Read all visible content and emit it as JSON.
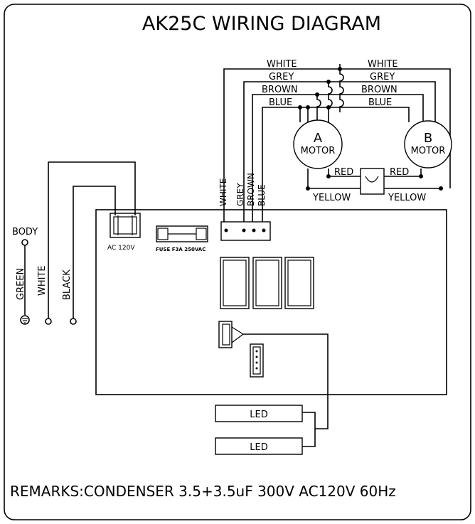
{
  "title": "AK25C WIRING DIAGRAM",
  "wires": {
    "left": {
      "white": "WHITE",
      "grey": "GREY",
      "brown": "BROWN",
      "blue": "BLUE"
    },
    "right": {
      "white": "WHITE",
      "grey": "GREY",
      "brown": "BROWN",
      "blue": "BLUE"
    },
    "vertical": {
      "white": "WHITE",
      "grey": "GREY",
      "brown": "BROWN",
      "blue": "BLUE"
    },
    "red_left": "RED",
    "red_right": "RED",
    "yellow_left": "YELLOW",
    "yellow_right": "YELLOW"
  },
  "motors": {
    "a": {
      "letter": "A",
      "label": "MOTOR"
    },
    "b": {
      "letter": "B",
      "label": "MOTOR"
    }
  },
  "terminals": {
    "body": "BODY",
    "green": "GREEN",
    "white": "WHITE",
    "black": "BLACK"
  },
  "board": {
    "ac_label": "AC 120V",
    "fuse_label": "FUSE  F3A  250VAC"
  },
  "leds": [
    "LED",
    "LED"
  ],
  "remarks": "REMARKS:CONDENSER  3.5+3.5uF  300V   AC120V  60Hz"
}
